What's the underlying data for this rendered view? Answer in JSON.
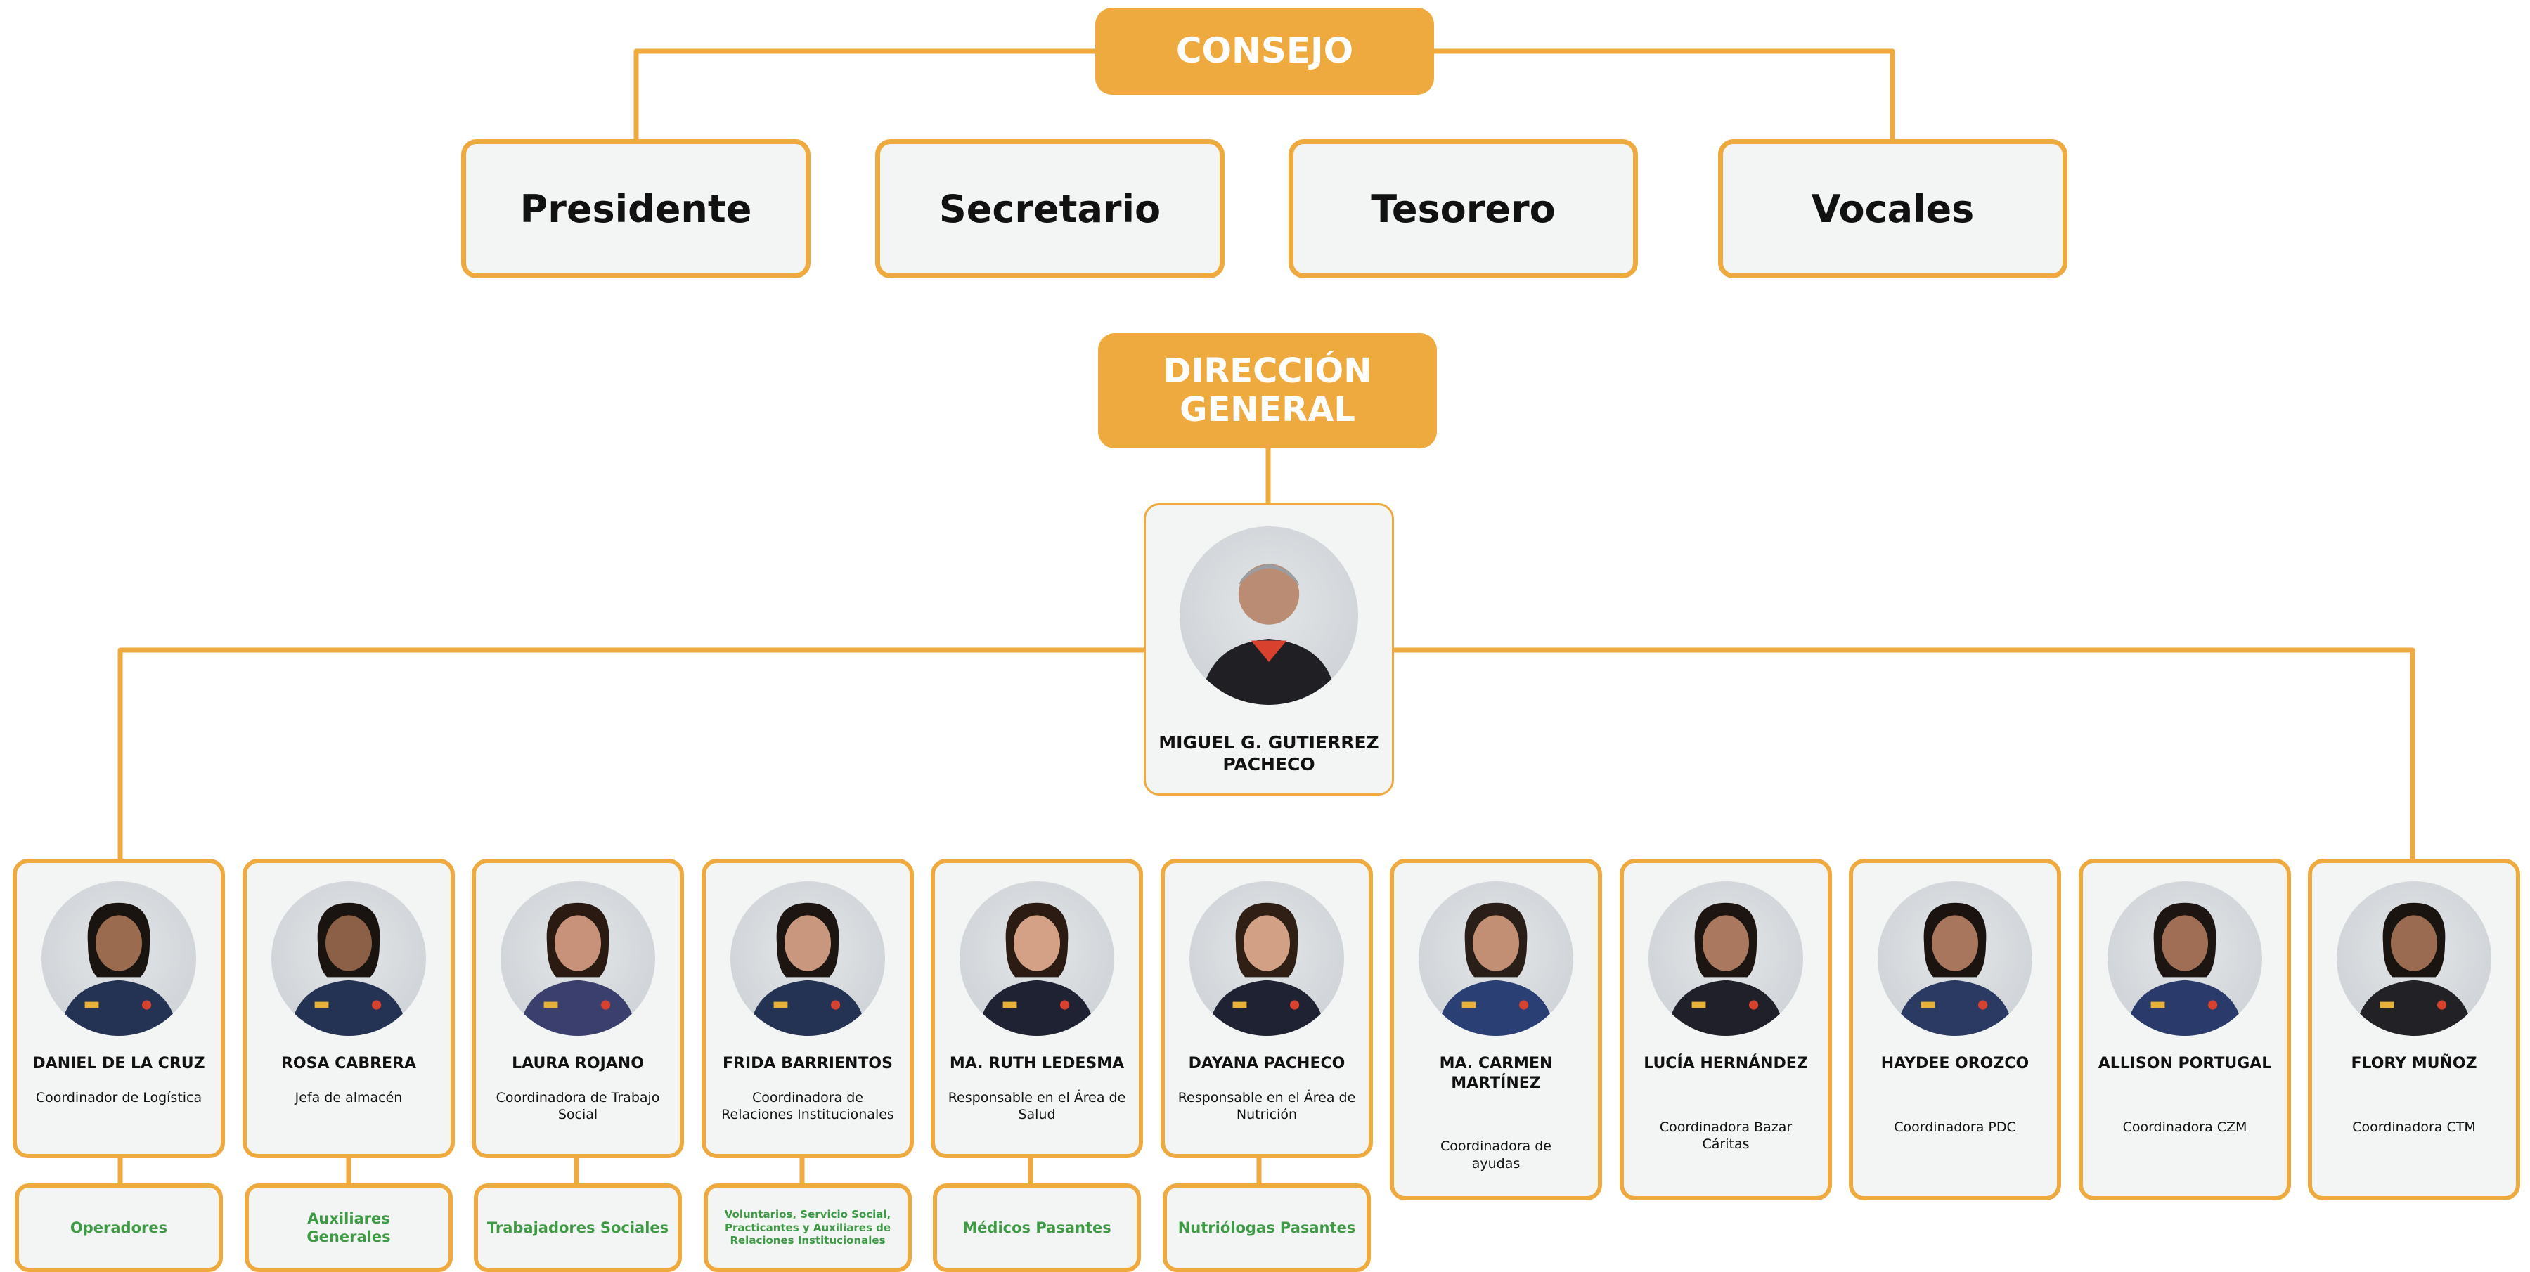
{
  "colors": {
    "accent": "#EFAA3F",
    "card_bg": "#F3F5F4",
    "sub_text": "#3E9A44",
    "header_text": "#FFFFFF",
    "text": "#111111"
  },
  "council": {
    "title": "CONSEJO",
    "members": [
      "Presidente",
      "Secretario",
      "Tesorero",
      "Vocales"
    ]
  },
  "direction": {
    "title_line1": "DIRECCIÓN",
    "title_line2": "GENERAL",
    "director": {
      "name_line1": "MIGUEL G. GUTIERREZ",
      "name_line2": "PACHECO"
    }
  },
  "staff": [
    {
      "name": "DANIEL DE LA CRUZ",
      "role_line1": "Coordinador de Logística",
      "role_line2": "",
      "team_line1": "Operadores",
      "team_line2": "",
      "team_line3": ""
    },
    {
      "name": "ROSA CABRERA",
      "role_line1": "Jefa de almacén",
      "role_line2": "",
      "team_line1": "Auxiliares",
      "team_line2": "Generales",
      "team_line3": ""
    },
    {
      "name": "LAURA ROJANO",
      "role_line1": "Coordinadora de Trabajo",
      "role_line2": "Social",
      "team_line1": "Trabajadores Sociales",
      "team_line2": "",
      "team_line3": ""
    },
    {
      "name": "FRIDA BARRIENTOS",
      "role_line1": "Coordinadora de",
      "role_line2": "Relaciones Institucionales",
      "team_line1": "Voluntarios, Servicio Social,",
      "team_line2": "Practicantes y Auxiliares de",
      "team_line3": "Relaciones Institucionales"
    },
    {
      "name": "MA. RUTH LEDESMA",
      "role_line1": "Responsable en el Área de",
      "role_line2": "Salud",
      "team_line1": "Médicos Pasantes",
      "team_line2": "",
      "team_line3": ""
    },
    {
      "name": "DAYANA PACHECO",
      "role_line1": "Responsable en el Área de",
      "role_line2": "Nutrición",
      "team_line1": "Nutriólogas Pasantes",
      "team_line2": "",
      "team_line3": ""
    },
    {
      "name": "MA. CARMEN MARTÍNEZ",
      "role_line1": "Coordinadora de",
      "role_line2": "ayudas"
    },
    {
      "name": "LUCÍA HERNÁNDEZ",
      "role_line1": "Coordinadora Bazar",
      "role_line2": "Cáritas"
    },
    {
      "name": "HAYDEE OROZCO",
      "role_line1": "Coordinadora PDC",
      "role_line2": ""
    },
    {
      "name": "ALLISON PORTUGAL",
      "role_line1": "Coordinadora CZM",
      "role_line2": ""
    },
    {
      "name": "FLORY MUÑOZ",
      "role_line1": "Coordinadora CTM",
      "role_line2": ""
    }
  ]
}
